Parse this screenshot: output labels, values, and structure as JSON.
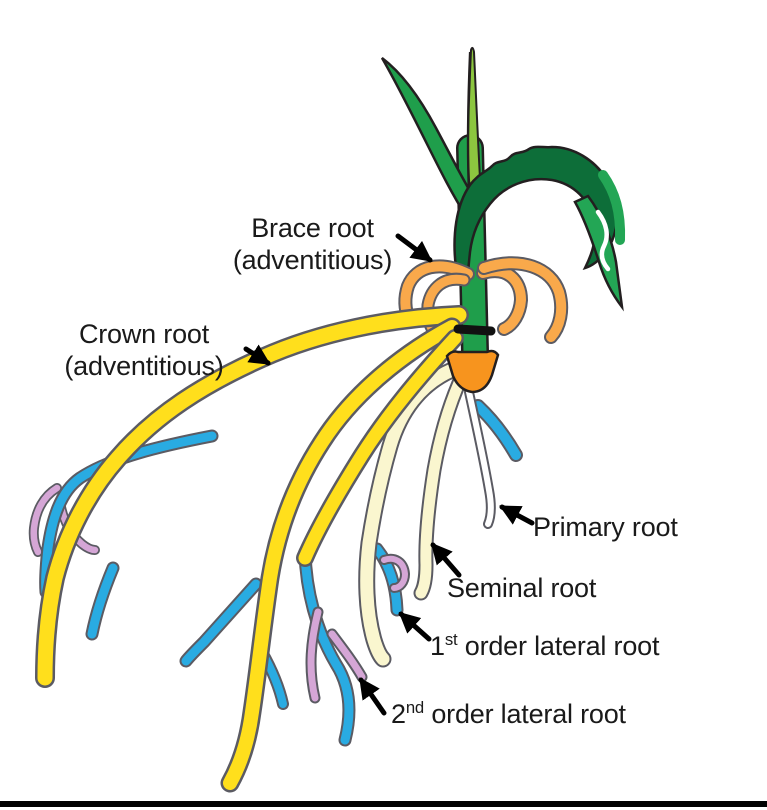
{
  "labels": {
    "brace": {
      "line1": "Brace root",
      "line2": "(adventitious)"
    },
    "crown": {
      "line1": "Crown root",
      "line2": "(adventitious)"
    },
    "primary": {
      "text": "Primary root"
    },
    "seminal": {
      "text": "Seminal root"
    },
    "first_order": {
      "base": "1",
      "sup": "st",
      "rest": " order lateral root"
    },
    "second_order": {
      "base": "2",
      "sup": "nd",
      "rest": " order lateral root"
    }
  },
  "parts": [
    {
      "label": "Brace root (adventitious)",
      "color_key": "brace_orange"
    },
    {
      "label": "Crown root (adventitious)",
      "color_key": "crown_yellow"
    },
    {
      "label": "Primary root",
      "color_key": "primary_white"
    },
    {
      "label": "Seminal root",
      "color_key": "seminal_cream"
    },
    {
      "label": "1st order lateral root",
      "color_key": "lateral_blue"
    },
    {
      "label": "2nd order lateral root",
      "color_key": "lateral2_pink"
    }
  ],
  "colors": {
    "crown_yellow": "#FFDF1C",
    "brace_orange": "#F9A94B",
    "seed_orange": "#F7941E",
    "seminal_cream": "#FAF6CF",
    "primary_white": "#FFFFFF",
    "lateral_blue": "#29ABE2",
    "lateral2_pink": "#D5A6D6",
    "stem_green": "#1F9E4B",
    "leaf_dark_green": "#0D6E39",
    "leaf_light_green": "#23A655",
    "spike_green": "#8CC63F",
    "outline_dark": "#231F20",
    "root_outline_gray": "#5B5B63",
    "text_black": "#1A1A1A",
    "arrow_black": "#000000",
    "border_black": "#000000"
  }
}
